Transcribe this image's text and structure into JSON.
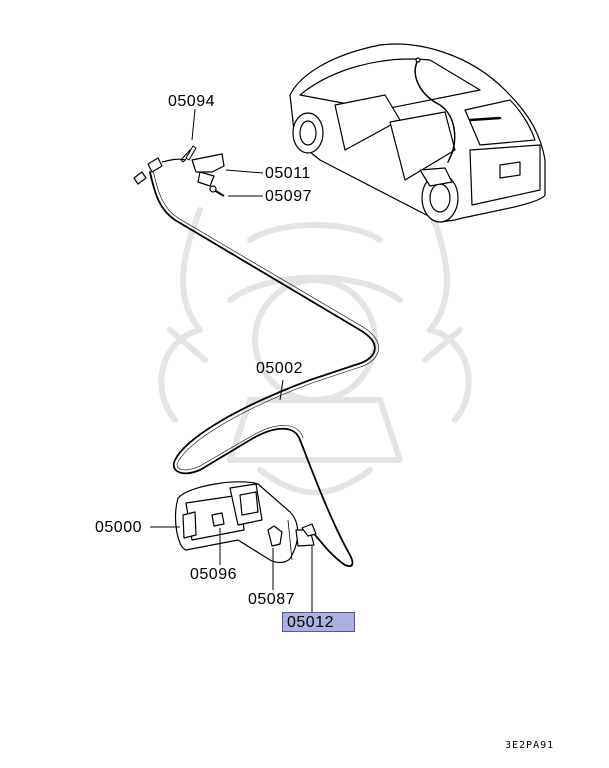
{
  "parts": [
    {
      "id": "p05094",
      "label": "05094"
    },
    {
      "id": "p05011",
      "label": "05011"
    },
    {
      "id": "p05097",
      "label": "05097"
    },
    {
      "id": "p05002",
      "label": "05002"
    },
    {
      "id": "p05000",
      "label": "05000"
    },
    {
      "id": "p05096",
      "label": "05096"
    },
    {
      "id": "p05087",
      "label": "05087"
    },
    {
      "id": "p05012",
      "label": "05012",
      "highlighted": true
    }
  ],
  "diagram_code": "3E2PA91",
  "colors": {
    "highlight": "#aab0e0",
    "line": "#000000",
    "watermark": "#e6e6e6"
  }
}
